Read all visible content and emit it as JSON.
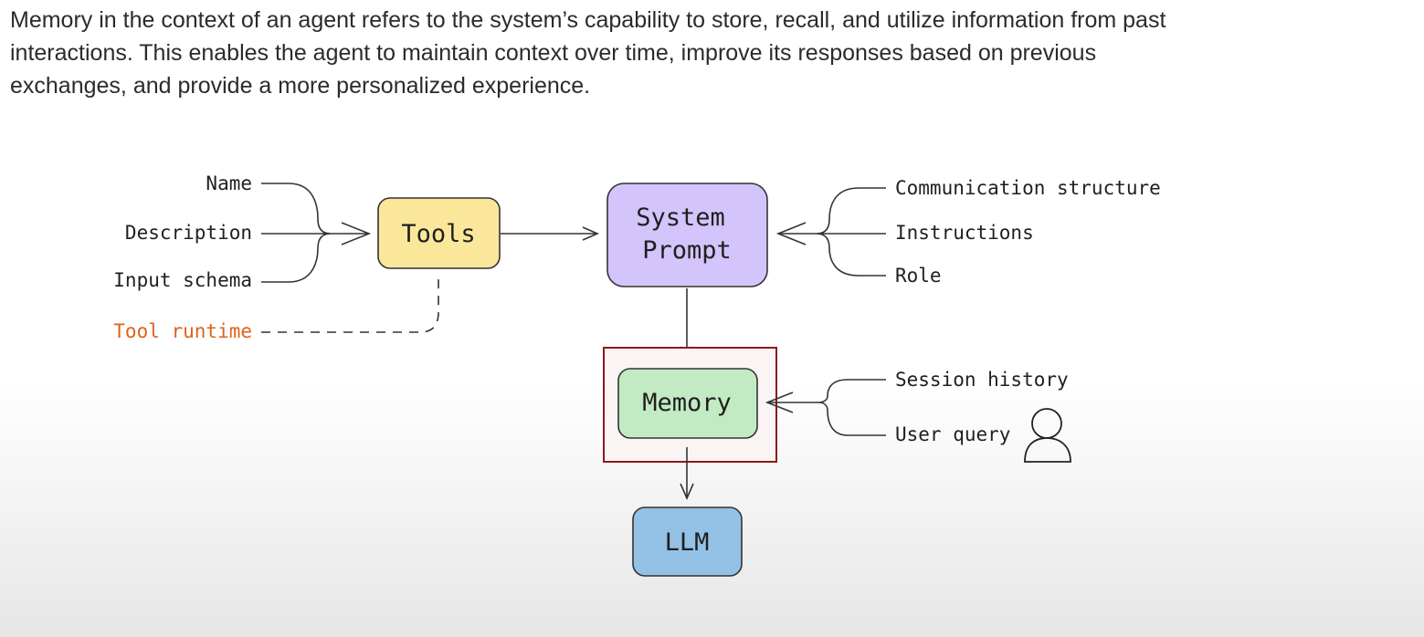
{
  "intro_text": "Memory in the context of an agent refers to the system’s capability to store, recall, and utilize information from past interactions. This enables the agent to maintain context over time, improve its responses based on previous exchanges, and provide a more personalized experience.",
  "tools_inputs": [
    "Name",
    "Description",
    "Input schema"
  ],
  "tool_runtime": "Tool runtime",
  "nodes": {
    "tools": "Tools",
    "system_prompt_line1": "System",
    "system_prompt_line2": "Prompt",
    "memory": "Memory",
    "llm": "LLM"
  },
  "prompt_inputs": [
    "Communication structure",
    "Instructions",
    "Role"
  ],
  "memory_inputs": [
    "Session history",
    "User query"
  ],
  "colors": {
    "tools": "#fbe79a",
    "system_prompt": "#d3c5fb",
    "memory": "#c3ebc3",
    "llm": "#93c2e6",
    "memory_frame": "#8b1a1a",
    "runtime": "#e0621b"
  },
  "icons": {
    "user": "user-icon"
  }
}
